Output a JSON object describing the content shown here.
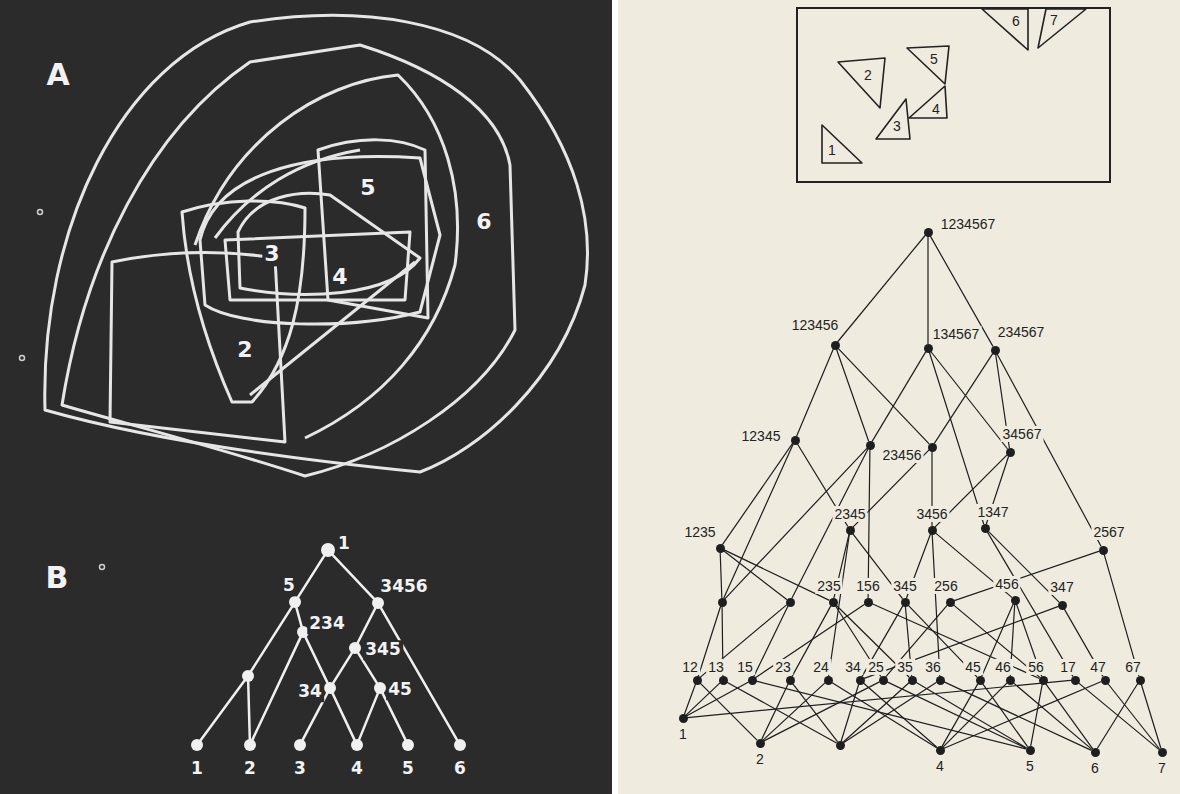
{
  "diagram": {
    "nodes": [
      {
        "text": [
          "1"
        ]
      },
      {
        "text": [
          "5"
        ]
      },
      {
        "text": [
          "3456"
        ]
      },
      {
        "text": []
      },
      {
        "text": [
          "234"
        ]
      },
      {
        "text": [
          "345"
        ]
      },
      {
        "text": [
          "34"
        ]
      },
      {
        "text": [
          "45"
        ]
      },
      {
        "text": [
          "1"
        ]
      },
      {
        "text": [
          "2"
        ]
      },
      {
        "text": [
          "3"
        ]
      },
      {
        "text": [
          "4"
        ]
      },
      {
        "text": [
          "5"
        ]
      },
      {
        "text": [
          "6"
        ]
      },
      {
        "text": [
          "1"
        ]
      },
      {
        "text": [
          "2"
        ]
      },
      {
        "text": [
          "3"
        ]
      },
      {
        "text": [
          "4"
        ]
      },
      {
        "text": [
          "5"
        ]
      },
      {
        "text": [
          "6"
        ]
      },
      {
        "text": [
          "7"
        ]
      },
      {
        "text": [
          "1234567"
        ]
      },
      {
        "text": [
          "123456"
        ]
      },
      {
        "text": [
          "134567"
        ]
      },
      {
        "text": [
          "234567"
        ]
      },
      {
        "text": [
          "12345"
        ]
      },
      {
        "text": []
      },
      {
        "text": [
          "23456"
        ]
      },
      {
        "text": [
          "34567"
        ]
      },
      {
        "text": [
          "1235"
        ]
      },
      {
        "text": [
          "2345"
        ]
      },
      {
        "text": [
          "3456"
        ]
      },
      {
        "text": [
          "1347"
        ]
      },
      {
        "text": [
          "2567"
        ]
      },
      {
        "text": []
      },
      {
        "text": []
      },
      {
        "text": [
          "235"
        ]
      },
      {
        "text": [
          "156"
        ]
      },
      {
        "text": [
          "345"
        ]
      },
      {
        "text": [
          "256"
        ]
      },
      {
        "text": [
          "456"
        ]
      },
      {
        "text": [
          "347"
        ]
      },
      {
        "text": [
          "12"
        ]
      },
      {
        "text": [
          "13"
        ]
      },
      {
        "text": [
          "15"
        ]
      },
      {
        "text": [
          "23"
        ]
      },
      {
        "text": [
          "24"
        ]
      },
      {
        "text": [
          "34"
        ]
      },
      {
        "text": [
          "25"
        ]
      },
      {
        "text": [
          "35"
        ]
      },
      {
        "text": [
          "36"
        ]
      },
      {
        "text": [
          "45"
        ]
      },
      {
        "text": [
          "46"
        ]
      },
      {
        "text": [
          "56"
        ]
      },
      {
        "text": [
          "17"
        ]
      },
      {
        "text": [
          "47"
        ]
      },
      {
        "text": [
          "67"
        ]
      },
      {
        "text": [
          "1"
        ]
      },
      {
        "text": [
          "2"
        ]
      },
      {
        "text": []
      },
      {
        "text": [
          "4"
        ]
      },
      {
        "text": [
          "5"
        ]
      },
      {
        "text": [
          "6"
        ]
      },
      {
        "text": [
          "7"
        ]
      }
    ],
    "edges": [
      {
        "from": 0,
        "to": 1,
        "arrow": "none"
      },
      {
        "from": 0,
        "to": 2,
        "arrow": "none"
      },
      {
        "from": 1,
        "to": 3,
        "arrow": "none"
      },
      {
        "from": 1,
        "to": 4,
        "arrow": "none"
      },
      {
        "from": 2,
        "to": 5,
        "arrow": "none"
      },
      {
        "from": 2,
        "to": 13,
        "arrow": "none"
      },
      {
        "from": 3,
        "to": 8,
        "arrow": "none"
      },
      {
        "from": 3,
        "to": 9,
        "arrow": "none"
      },
      {
        "from": 4,
        "to": 6,
        "arrow": "none"
      },
      {
        "from": 4,
        "to": 9,
        "arrow": "none"
      },
      {
        "from": 5,
        "to": 6,
        "arrow": "none"
      },
      {
        "from": 5,
        "to": 7,
        "arrow": "none"
      },
      {
        "from": 6,
        "to": 10,
        "arrow": "none"
      },
      {
        "from": 6,
        "to": 11,
        "arrow": "none"
      },
      {
        "from": 7,
        "to": 11,
        "arrow": "none"
      },
      {
        "from": 7,
        "to": 12,
        "arrow": "none"
      },
      {
        "from": 21,
        "to": 22,
        "arrow": "none"
      },
      {
        "from": 21,
        "to": 23,
        "arrow": "none"
      },
      {
        "from": 21,
        "to": 24,
        "arrow": "none"
      },
      {
        "from": 22,
        "to": 25,
        "arrow": "none"
      },
      {
        "from": 22,
        "to": 26,
        "arrow": "none"
      },
      {
        "from": 22,
        "to": 27,
        "arrow": "none"
      },
      {
        "from": 23,
        "to": 26,
        "arrow": "none"
      },
      {
        "from": 23,
        "to": 28,
        "arrow": "none"
      },
      {
        "from": 23,
        "to": 32,
        "arrow": "none"
      },
      {
        "from": 24,
        "to": 27,
        "arrow": "none"
      },
      {
        "from": 24,
        "to": 28,
        "arrow": "none"
      },
      {
        "from": 24,
        "to": 33,
        "arrow": "none"
      },
      {
        "from": 25,
        "to": 29,
        "arrow": "none"
      },
      {
        "from": 25,
        "to": 30,
        "arrow": "none"
      },
      {
        "from": 25,
        "to": 34,
        "arrow": "none"
      },
      {
        "from": 26,
        "to": 34,
        "arrow": "none"
      },
      {
        "from": 26,
        "to": 35,
        "arrow": "none"
      },
      {
        "from": 26,
        "to": 37,
        "arrow": "none"
      },
      {
        "from": 27,
        "to": 30,
        "arrow": "none"
      },
      {
        "from": 27,
        "to": 31,
        "arrow": "none"
      },
      {
        "from": 28,
        "to": 31,
        "arrow": "none"
      },
      {
        "from": 28,
        "to": 32,
        "arrow": "none"
      },
      {
        "from": 29,
        "to": 34,
        "arrow": "none"
      },
      {
        "from": 29,
        "to": 35,
        "arrow": "none"
      },
      {
        "from": 29,
        "to": 36,
        "arrow": "none"
      },
      {
        "from": 30,
        "to": 36,
        "arrow": "none"
      },
      {
        "from": 30,
        "to": 38,
        "arrow": "none"
      },
      {
        "from": 30,
        "to": 46,
        "arrow": "none"
      },
      {
        "from": 31,
        "to": 38,
        "arrow": "none"
      },
      {
        "from": 31,
        "to": 40,
        "arrow": "none"
      },
      {
        "from": 31,
        "to": 50,
        "arrow": "none"
      },
      {
        "from": 32,
        "to": 41,
        "arrow": "none"
      },
      {
        "from": 32,
        "to": 54,
        "arrow": "none"
      },
      {
        "from": 33,
        "to": 39,
        "arrow": "none"
      },
      {
        "from": 33,
        "to": 56,
        "arrow": "none"
      },
      {
        "from": 34,
        "to": 42,
        "arrow": "none"
      },
      {
        "from": 34,
        "to": 43,
        "arrow": "none"
      },
      {
        "from": 35,
        "to": 42,
        "arrow": "none"
      },
      {
        "from": 35,
        "to": 44,
        "arrow": "none"
      },
      {
        "from": 36,
        "to": 45,
        "arrow": "none"
      },
      {
        "from": 36,
        "to": 48,
        "arrow": "none"
      },
      {
        "from": 36,
        "to": 49,
        "arrow": "none"
      },
      {
        "from": 37,
        "to": 44,
        "arrow": "none"
      },
      {
        "from": 37,
        "to": 53,
        "arrow": "none"
      },
      {
        "from": 38,
        "to": 47,
        "arrow": "none"
      },
      {
        "from": 38,
        "to": 49,
        "arrow": "none"
      },
      {
        "from": 38,
        "to": 51,
        "arrow": "none"
      },
      {
        "from": 39,
        "to": 48,
        "arrow": "none"
      },
      {
        "from": 39,
        "to": 53,
        "arrow": "none"
      },
      {
        "from": 40,
        "to": 51,
        "arrow": "none"
      },
      {
        "from": 40,
        "to": 52,
        "arrow": "none"
      },
      {
        "from": 40,
        "to": 53,
        "arrow": "none"
      },
      {
        "from": 41,
        "to": 47,
        "arrow": "none"
      },
      {
        "from": 41,
        "to": 55,
        "arrow": "none"
      },
      {
        "from": 42,
        "to": 57,
        "arrow": "none"
      },
      {
        "from": 42,
        "to": 58,
        "arrow": "none"
      },
      {
        "from": 43,
        "to": 57,
        "arrow": "none"
      },
      {
        "from": 43,
        "to": 59,
        "arrow": "none"
      },
      {
        "from": 44,
        "to": 57,
        "arrow": "none"
      },
      {
        "from": 44,
        "to": 61,
        "arrow": "none"
      },
      {
        "from": 45,
        "to": 58,
        "arrow": "none"
      },
      {
        "from": 45,
        "to": 59,
        "arrow": "none"
      },
      {
        "from": 46,
        "to": 58,
        "arrow": "none"
      },
      {
        "from": 46,
        "to": 60,
        "arrow": "none"
      },
      {
        "from": 47,
        "to": 59,
        "arrow": "none"
      },
      {
        "from": 47,
        "to": 60,
        "arrow": "none"
      },
      {
        "from": 48,
        "to": 58,
        "arrow": "none"
      },
      {
        "from": 48,
        "to": 61,
        "arrow": "none"
      },
      {
        "from": 49,
        "to": 59,
        "arrow": "none"
      },
      {
        "from": 49,
        "to": 61,
        "arrow": "none"
      },
      {
        "from": 50,
        "to": 59,
        "arrow": "none"
      },
      {
        "from": 50,
        "to": 62,
        "arrow": "none"
      },
      {
        "from": 51,
        "to": 60,
        "arrow": "none"
      },
      {
        "from": 51,
        "to": 61,
        "arrow": "none"
      },
      {
        "from": 52,
        "to": 60,
        "arrow": "none"
      },
      {
        "from": 52,
        "to": 62,
        "arrow": "none"
      },
      {
        "from": 53,
        "to": 61,
        "arrow": "none"
      },
      {
        "from": 53,
        "to": 62,
        "arrow": "none"
      },
      {
        "from": 54,
        "to": 57,
        "arrow": "none"
      },
      {
        "from": 54,
        "to": 63,
        "arrow": "none"
      },
      {
        "from": 55,
        "to": 60,
        "arrow": "none"
      },
      {
        "from": 55,
        "to": 63,
        "arrow": "none"
      },
      {
        "from": 56,
        "to": 62,
        "arrow": "none"
      },
      {
        "from": 56,
        "to": 63,
        "arrow": "none"
      }
    ],
    "labels": [
      "A",
      "B",
      "5",
      "3",
      "4",
      "6",
      "2"
    ]
  }
}
